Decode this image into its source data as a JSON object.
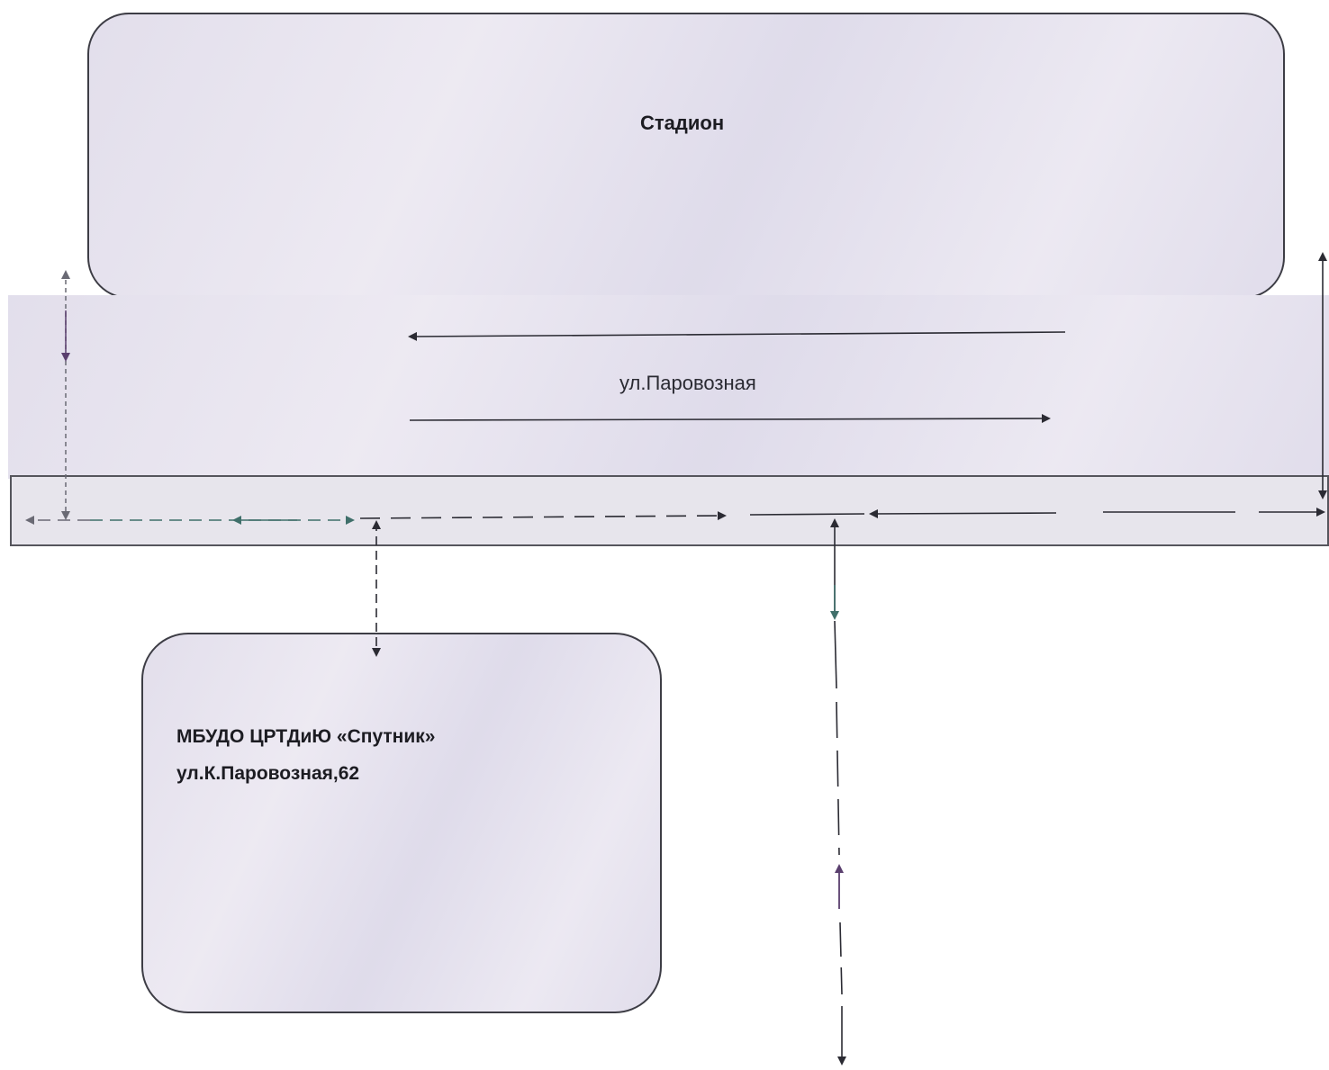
{
  "map": {
    "stadium_label": "Стадион",
    "street_label": "ул.Паровозная",
    "school": {
      "name": "МБУДО ЦРТДиЮ «Спутник»",
      "address": "ул.К.Паровозная,62"
    }
  },
  "colors": {
    "outline": "#3d3d45",
    "arrow": "#2b2b33",
    "arrow_teal": "#3f6f6a",
    "arrow_purple": "#5a3f6e",
    "fill": "#ebe8f1"
  },
  "arrows": {
    "traffic_lane_top": "westbound",
    "traffic_lane_bottom": "eastbound"
  }
}
